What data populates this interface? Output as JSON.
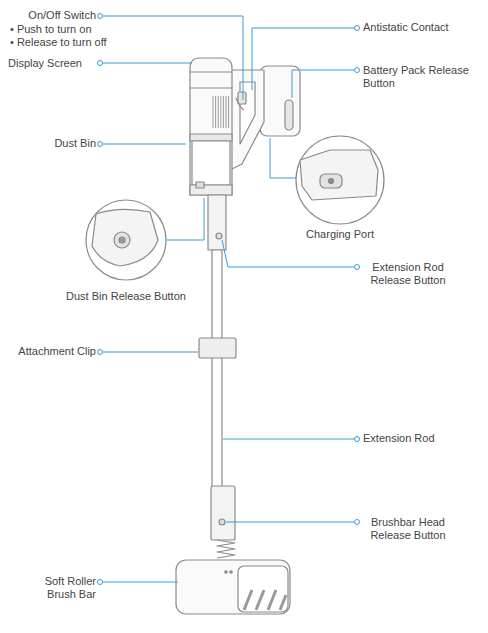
{
  "diagram": {
    "labels": [
      "On/Off Switch",
      "• Push to turn on",
      "• Release to turn off",
      "Display Screen",
      "Dust Bin",
      "Dust Bin Release Button",
      "Attachment Clip",
      "Soft Roller Brush Bar",
      "Antistatic Contact",
      "Battery Pack Release Button",
      "Charging Port",
      "Extension Rod Release Button",
      "Extension Rod",
      "Brushbar Head Release Button"
    ]
  }
}
